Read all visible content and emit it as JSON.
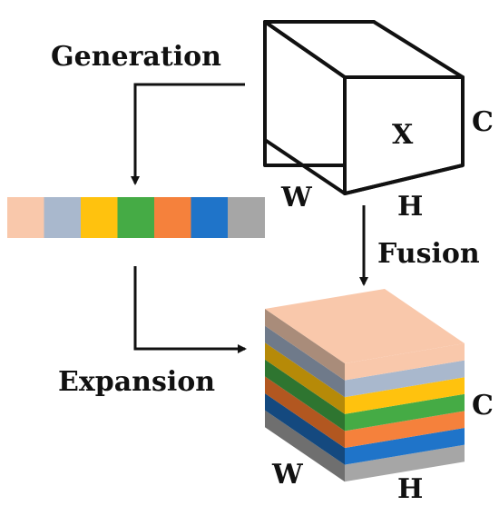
{
  "labels": {
    "generation": "Generation",
    "fusion": "Fusion",
    "expansion": "Expansion",
    "cube_x": "X",
    "cube_c": "C",
    "cube_w": "W",
    "cube_h": "H",
    "stack_c": "C",
    "stack_w": "W",
    "stack_h": "H"
  },
  "bar_colors": [
    "#f9c8ab",
    "#a9b8cd",
    "#ffc20e",
    "#45ab45",
    "#f5813c",
    "#1f74c9",
    "#a6a6a6"
  ],
  "layers": [
    {
      "top": "#f9c8ab",
      "front": "#f9c8ab",
      "side": "#a98c7a"
    },
    {
      "top": "#a9b8cd",
      "front": "#a9b8cd",
      "side": "#6f7a8a"
    },
    {
      "top": "#ffc20e",
      "front": "#ffc20e",
      "side": "#b68a08"
    },
    {
      "top": "#45ab45",
      "front": "#45ab45",
      "side": "#2e7530"
    },
    {
      "top": "#f5813c",
      "front": "#f5813c",
      "side": "#b25720"
    },
    {
      "top": "#1f74c9",
      "front": "#1f74c9",
      "side": "#14497f"
    },
    {
      "top": "#a6a6a6",
      "front": "#a6a6a6",
      "side": "#6f6f6f"
    }
  ]
}
